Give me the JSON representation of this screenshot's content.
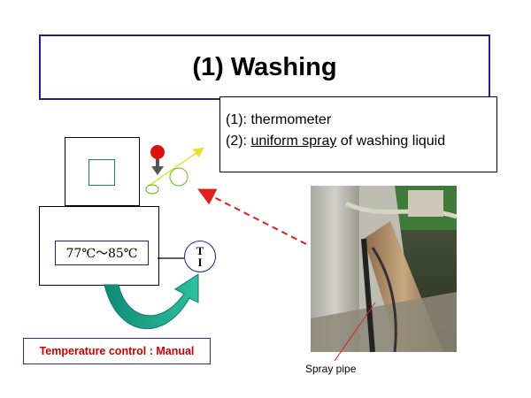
{
  "title": "(1) Washing",
  "notes": {
    "line1": "(1): thermometer",
    "line2_prefix": "(2): ",
    "line2_underlined": "uniform spray",
    "line2_suffix": " of washing liquid"
  },
  "tank": {
    "temperature_range": "77℃～85℃"
  },
  "indicator": {
    "line1": "T",
    "line2": "I"
  },
  "control_label": "Temperature control : Manual",
  "photo_caption": "Spray pipe",
  "colors": {
    "accent_blue": "#1f1f8a",
    "arrow_red": "#e02020",
    "flow_teal": "#1aa58a",
    "control_red": "#cc0000",
    "thermo_red": "#dd1111",
    "spray_yellow": "#e8e030",
    "spray_green": "#7cc040"
  },
  "icons": [
    "thermometer-icon",
    "spray-nozzle-icon",
    "curved-arrow-icon",
    "dashed-arrow-icon"
  ]
}
